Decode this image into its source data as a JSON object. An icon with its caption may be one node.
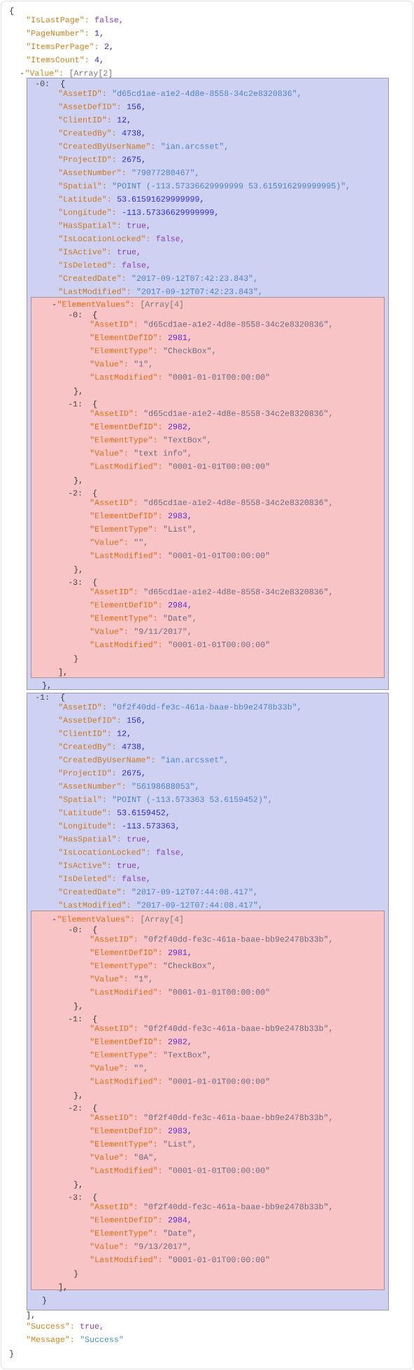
{
  "diagram": {
    "nodes": [
      {
        "text": [
          "-0:",
          "{",
          "\"AssetID\":",
          "\"d65cd1ae-a1e2-4d8e-8558-34c2e8320836\",",
          "\"AssetDefID\":",
          "156,",
          "\"ClientID\":",
          "12,",
          "\"CreatedBy\":",
          "4738,",
          "\"CreatedByUserName\":",
          "\"ian.arcsset\",",
          "\"ProjectID\":",
          "2675,",
          "\"AssetNumber\":",
          "\"79077280467\",",
          "\"Spatial\":",
          "\"POINT (-113.57336629999999 53.615916299999995)\",",
          "\"Latitude\":",
          "53.61591629999999,",
          "\"Longitude\":",
          "-113.57336629999999,",
          "\"HasSpatial\":",
          "true,",
          "\"IsLocationLocked\":",
          "false,",
          "\"IsActive\":",
          "true,",
          "\"IsDeleted\":",
          "false,",
          "\"CreatedDate\":",
          "\"2017-09-12T07:42:23.843\",",
          "\"LastModified\":",
          "\"2017-09-12T07:42:23.843\",",
          "},"
        ]
      },
      {
        "text": [
          "-",
          "\"ElementValues\":",
          "[Array[4]",
          "-0:",
          "{",
          "\"AssetID\":",
          "\"d65cd1ae-a1e2-4d8e-8558-34c2e8320836\",",
          "\"ElementDefID\":",
          "2981,",
          "\"ElementType\":",
          "\"CheckBox\",",
          "\"Value\":",
          "\"1\",",
          "\"LastModified\":",
          "\"0001-01-01T00:00:00\"",
          "},",
          "-1:",
          "{",
          "\"AssetID\":",
          "\"d65cd1ae-a1e2-4d8e-8558-34c2e8320836\",",
          "\"ElementDefID\":",
          "2982,",
          "\"ElementType\":",
          "\"TextBox\",",
          "\"Value\":",
          "\"text info\",",
          "\"LastModified\":",
          "\"0001-01-01T00:00:00\"",
          "},",
          "-2:",
          "{",
          "\"AssetID\":",
          "\"d65cd1ae-a1e2-4d8e-8558-34c2e8320836\",",
          "\"ElementDefID\":",
          "2983,",
          "\"ElementType\":",
          "\"List\",",
          "\"Value\":",
          "\"\",",
          "\"LastModified\":",
          "\"0001-01-01T00:00:00\"",
          "},",
          "-3:",
          "{",
          "\"AssetID\":",
          "\"d65cd1ae-a1e2-4d8e-8558-34c2e8320836\",",
          "\"ElementDefID\":",
          "2984,",
          "\"ElementType\":",
          "\"Date\",",
          "\"Value\":",
          "\"9/11/2017\",",
          "\"LastModified\":",
          "\"0001-01-01T00:00:00\"",
          "}",
          "],"
        ],
        "in": 0
      },
      {
        "text": [
          "-1:",
          "{",
          "\"AssetID\":",
          "\"0f2f40dd-fe3c-461a-baae-bb9e2478b33b\",",
          "\"AssetDefID\":",
          "156,",
          "\"ClientID\":",
          "12,",
          "\"CreatedBy\":",
          "4738,",
          "\"CreatedByUserName\":",
          "\"ian.arcsset\",",
          "\"ProjectID\":",
          "2675,",
          "\"AssetNumber\":",
          "\"56198688053\",",
          "\"Spatial\":",
          "\"POINT (-113.573363 53.6159452)\",",
          "\"Latitude\":",
          "53.6159452,",
          "\"Longitude\":",
          "-113.573363,",
          "\"HasSpatial\":",
          "true,",
          "\"IsLocationLocked\":",
          "false,",
          "\"IsActive\":",
          "true,",
          "\"IsDeleted\":",
          "false,",
          "\"CreatedDate\":",
          "\"2017-09-12T07:44:08.417\",",
          "\"LastModified\":",
          "\"2017-09-12T07:44:08.417\",",
          "}"
        ]
      },
      {
        "text": [
          "-",
          "\"ElementValues\":",
          "[Array[4]",
          "-0:",
          "{",
          "\"AssetID\":",
          "\"0f2f40dd-fe3c-461a-baae-bb9e2478b33b\",",
          "\"ElementDefID\":",
          "2981,",
          "\"ElementType\":",
          "\"CheckBox\",",
          "\"Value\":",
          "\"1\",",
          "\"LastModified\":",
          "\"0001-01-01T00:00:00\"",
          "},",
          "-1:",
          "{",
          "\"AssetID\":",
          "\"0f2f40dd-fe3c-461a-baae-bb9e2478b33b\",",
          "\"ElementDefID\":",
          "2982,",
          "\"ElementType\":",
          "\"TextBox\",",
          "\"Value\":",
          "\"\",",
          "\"LastModified\":",
          "\"0001-01-01T00:00:00\"",
          "},",
          "-2:",
          "{",
          "\"AssetID\":",
          "\"0f2f40dd-fe3c-461a-baae-bb9e2478b33b\",",
          "\"ElementDefID\":",
          "2983,",
          "\"ElementType\":",
          "\"List\",",
          "\"Value\":",
          "\"0A\",",
          "\"LastModified\":",
          "\"0001-01-01T00:00:00\"",
          "},",
          "-3:",
          "{",
          "\"AssetID\":",
          "\"0f2f40dd-fe3c-461a-baae-bb9e2478b33b\",",
          "\"ElementDefID\":",
          "2984,",
          "\"ElementType\":",
          "\"Date\",",
          "\"Value\":",
          "\"9/13/2017\",",
          "\"LastModified\":",
          "\"0001-01-01T00:00:00\"",
          "}",
          "],"
        ],
        "in": 2
      }
    ],
    "labels": [
      "{",
      "\"IsLastPage\":",
      "false,",
      "\"PageNumber\":",
      "1,",
      "\"ItemsPerPage\":",
      "2,",
      "\"ItemsCount\":",
      "4,",
      "-",
      "\"Value\":",
      "[Array[2]",
      "],",
      "\"Success\":",
      "true,",
      "\"Message\":",
      "\"Success\"",
      "}"
    ]
  }
}
